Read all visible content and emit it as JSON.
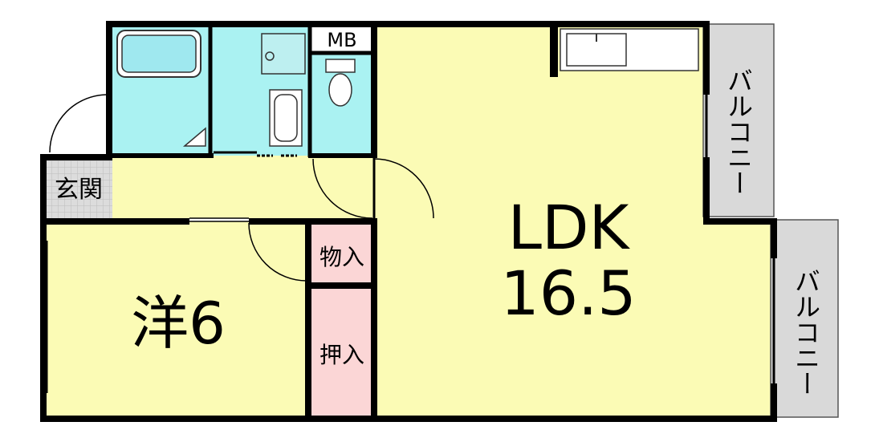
{
  "rooms": {
    "entrance": "玄関",
    "western": "洋6",
    "storage": "物入",
    "closet": "押入",
    "ldk_name": "LDK",
    "ldk_size": "16.5",
    "meter_box": "MB"
  },
  "balconies": {
    "upper": "バルコニー",
    "lower": "バルコニー"
  },
  "colors": {
    "room_fill": "#fbfbb5",
    "wet_area_fill": "#aaf2f2",
    "storage_fill": "#fbd6d6",
    "balcony_fill": "#d9d9d9",
    "entrance_tile": "#dcdcdc",
    "wall": "#000000"
  }
}
